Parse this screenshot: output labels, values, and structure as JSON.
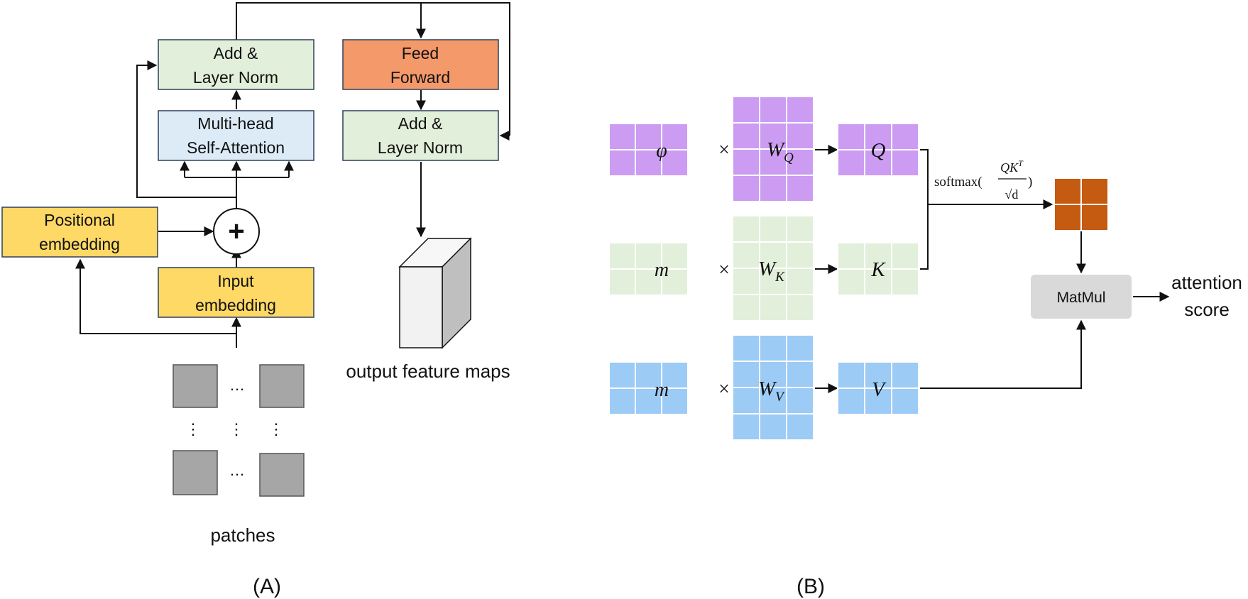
{
  "colors": {
    "norm_green": "#e2efda",
    "attn_blue": "#ddebf7",
    "embed_yellow": "#ffd966",
    "ff_orange": "#f4996a",
    "patch_gray": "#a6a6a6",
    "purple": "#cc9cf3",
    "green": "#e2efda",
    "blue": "#9ccbf6",
    "result_orange": "#c55a11",
    "matmul_gray": "#d9d9d9"
  },
  "panel_a": {
    "caption": "(A)",
    "add_norm_1": [
      "Add &",
      "Layer Norm"
    ],
    "mhsa": [
      "Multi-head",
      "Self-Attention"
    ],
    "positional": [
      "Positional",
      "embedding"
    ],
    "plus": "+",
    "input_embedding": [
      "Input",
      "embedding"
    ],
    "feed_forward": [
      "Feed",
      "Forward"
    ],
    "add_norm_2": [
      "Add &",
      "Layer Norm"
    ],
    "output_label": "output feature maps",
    "patches_label": "patches",
    "dots_h": "…",
    "dots_v": "⋮"
  },
  "panel_b": {
    "caption": "(B)",
    "rows": [
      {
        "input": "φ",
        "weight": "W",
        "weight_sub": "Q",
        "output": "Q"
      },
      {
        "input": "m",
        "weight": "W",
        "weight_sub": "K",
        "output": "K"
      },
      {
        "input": "m",
        "weight": "W",
        "weight_sub": "V",
        "output": "V"
      }
    ],
    "times": "×",
    "softmax": {
      "prefix": "softmax(",
      "num": "QK",
      "sup": "T",
      "den": "√d",
      "suffix": ")"
    },
    "matmul": "MatMul",
    "result": [
      "attention",
      "score"
    ]
  }
}
